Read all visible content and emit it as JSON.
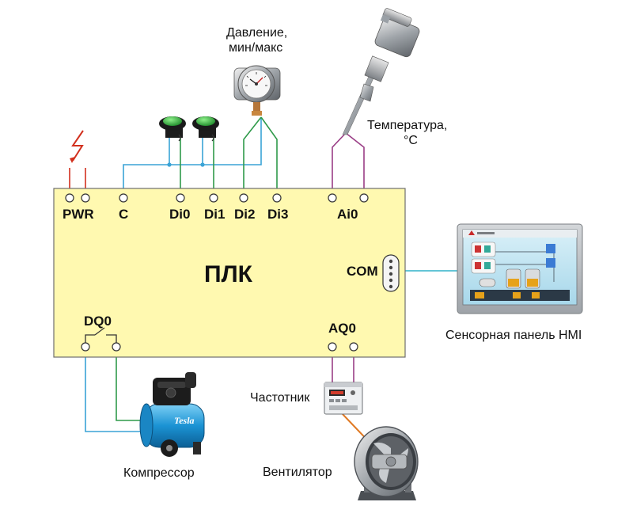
{
  "colors": {
    "plc_fill": "#fff9b0",
    "wire_blue": "#3aa3d6",
    "wire_green": "#2f9a4a",
    "wire_purple": "#9a3e86",
    "wire_red": "#d2301e",
    "wire_orange": "#e07a24",
    "wire_cyan": "#31b2c8"
  },
  "plc": {
    "title": "ПЛК",
    "com_label": "COM",
    "terminals": {
      "pwr": "PWR",
      "c": "C",
      "di0": "Di0",
      "di1": "Di1",
      "di2": "Di2",
      "di3": "Di3",
      "ai0": "Ai0",
      "dq0": "DQ0",
      "aq0": "AQ0"
    }
  },
  "devices": {
    "pressure_gauge": {
      "caption_line1": "Давление,",
      "caption_line2": "мин/макс",
      "icon": "pressure-gauge-icon"
    },
    "temperature_sensor": {
      "caption_line1": "Температура,",
      "caption_line2": "°C",
      "icon": "thermocouple-icon"
    },
    "buttons": {
      "icon": "push-button-icon"
    },
    "power": {
      "icon": "lightning-icon"
    },
    "hmi": {
      "caption": "Сенсорная панель HMI",
      "icon": "hmi-panel-icon"
    },
    "compressor": {
      "caption": "Компрессор",
      "brand": "Tesla",
      "icon": "compressor-icon"
    },
    "frequency_converter": {
      "caption": "Частотник",
      "icon": "frequency-converter-icon"
    },
    "fan": {
      "caption": "Вентилятор",
      "icon": "axial-fan-icon"
    }
  }
}
